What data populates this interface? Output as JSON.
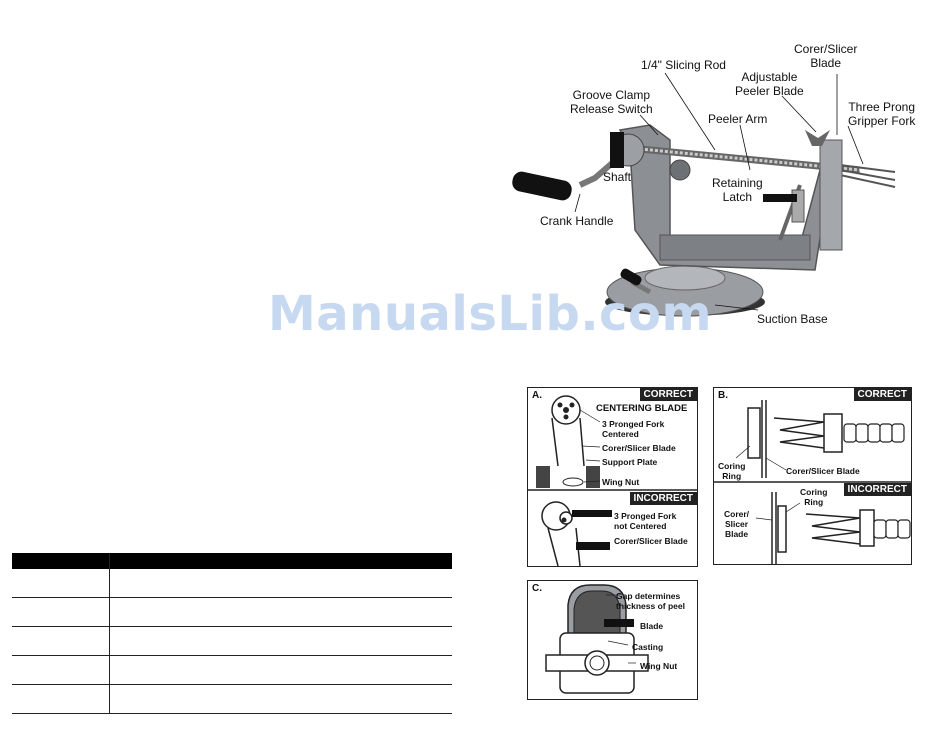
{
  "main_diagram": {
    "labels": {
      "slicing_rod": "1/4\" Slicing Rod",
      "corer_blade": "Corer/Slicer\nBlade",
      "groove_clamp": "Groove Clamp\nRelease Switch",
      "adjustable_peeler": "Adjustable\nPeeler Blade",
      "three_prong": "Three Prong\nGripper Fork",
      "peeler_arm": "Peeler Arm",
      "shaft": "Shaft",
      "retaining_latch": "Retaining\nLatch",
      "crank_handle": "Crank Handle",
      "suction_base": "Suction Base"
    }
  },
  "watermark": "ManualsLib.com",
  "table": {
    "rows": 5
  },
  "figure_a": {
    "letter": "A.",
    "correct_tag": "CORRECT",
    "centering_title": "CENTERING BLADE",
    "fork_centered": "3 Pronged Fork\nCentered",
    "corer_blade": "Corer/Slicer Blade",
    "support_plate": "Support Plate",
    "wing_nut": "Wing Nut",
    "incorrect_tag": "INCORRECT",
    "fork_not_centered": "3 Pronged Fork\nnot Centered",
    "corer_blade_2": "Corer/Slicer Blade"
  },
  "figure_b": {
    "letter": "B.",
    "correct_tag": "CORRECT",
    "coring_ring": "Coring\nRing",
    "corer_blade": "Corer/Slicer Blade",
    "incorrect_tag": "INCORRECT",
    "coring_ring_2": "Coring\nRing",
    "corer_blade_2": "Corer/\nSlicer\nBlade"
  },
  "figure_c": {
    "letter": "C.",
    "gap": "Gap determines\nthickness of peel",
    "blade": "Blade",
    "casting": "Casting",
    "wing_nut": "Wing Nut"
  },
  "colors": {
    "casting_gray": "#8c8f94",
    "dark": "#222222",
    "watermark": "#c7d9f0"
  }
}
